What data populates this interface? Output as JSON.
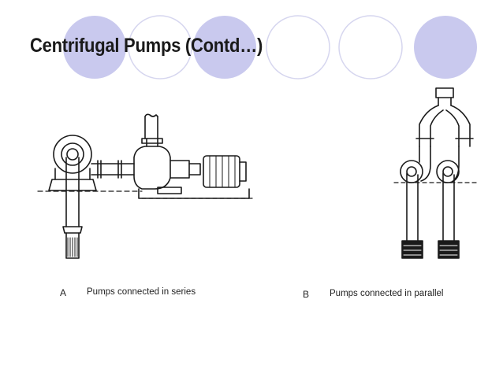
{
  "slide": {
    "title": "Centrifugal Pumps (Contd…)",
    "accent_color": "#c9c9ee"
  },
  "figures": [
    {
      "letter": "A",
      "caption": "Pumps connected in series"
    },
    {
      "letter": "B",
      "caption": "Pumps connected in parallel"
    }
  ]
}
